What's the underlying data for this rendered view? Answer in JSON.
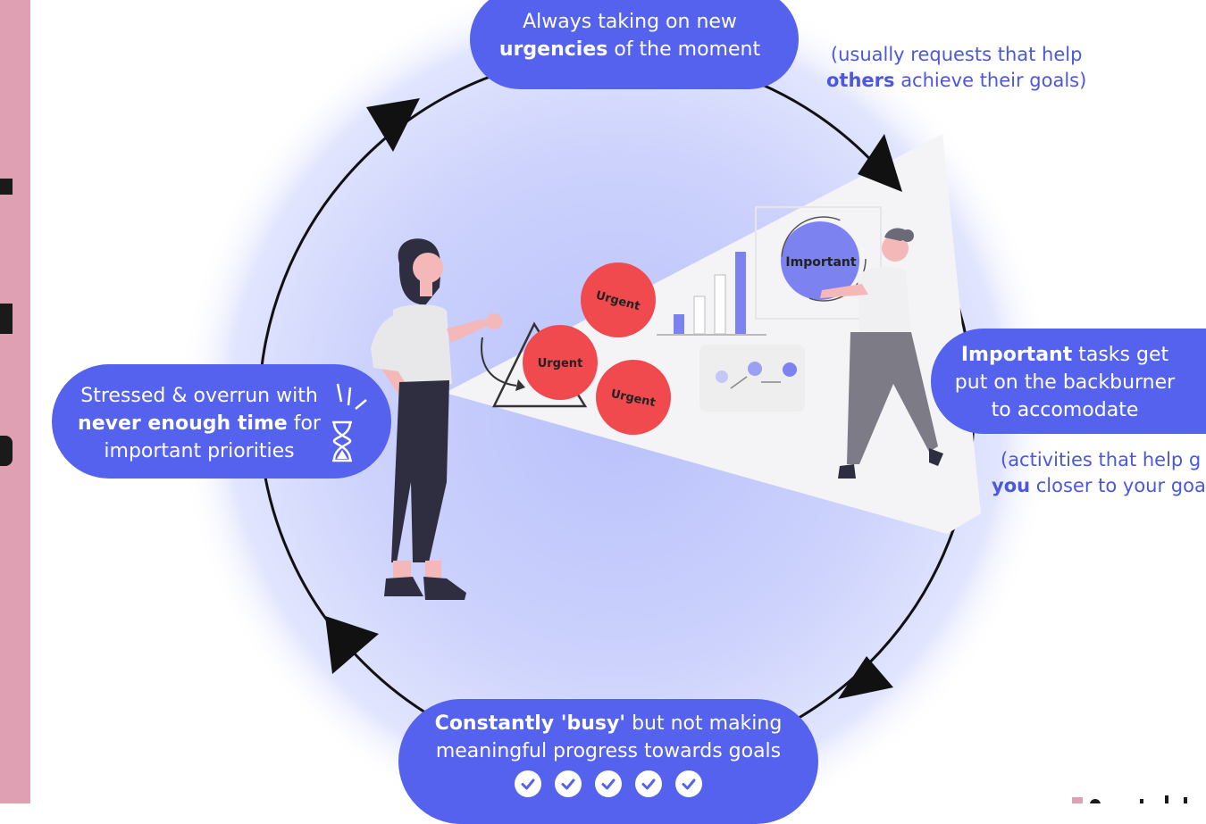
{
  "top_pill": {
    "line1": "Always taking on new",
    "line2_bold": "urgencies",
    "line2_rest": " of the moment",
    "icon": "bell-icon"
  },
  "top_note": {
    "line1": "(usually requests that help",
    "line2_bold": "others",
    "line2_rest": " achieve their goals)"
  },
  "right_pill": {
    "line1_bold": "Important",
    "line1_rest": " tasks get",
    "line2": "put on the backburner",
    "line3": "to accomodate"
  },
  "right_note": {
    "line1": "(activities that help g",
    "line2_bold": "you",
    "line2_rest": " closer to your goa"
  },
  "left_pill": {
    "line1": "Stressed & overrun with",
    "line2_bold": "never enough time",
    "line2_rest": " for",
    "line3": "important priorities",
    "icon": "hourglass-icon"
  },
  "bottom_pill": {
    "line1_bold": "Constantly 'busy'",
    "line1_rest": " but not making",
    "line2": "meaningful progress towards goals",
    "check_count": 5,
    "icon": "check-circle-icon"
  },
  "bubbles": {
    "urgent_1": "Urgent",
    "urgent_2": "Urgent",
    "urgent_3": "Urgent",
    "important": "Important"
  },
  "colors": {
    "pill": "#5462ee",
    "note_text": "#4b57e0",
    "urgent": "#f04a4f",
    "important": "#7c82f0",
    "sidebar": "#e0a0b4",
    "halo": "#c9cffc",
    "cycle_line": "#111111"
  }
}
